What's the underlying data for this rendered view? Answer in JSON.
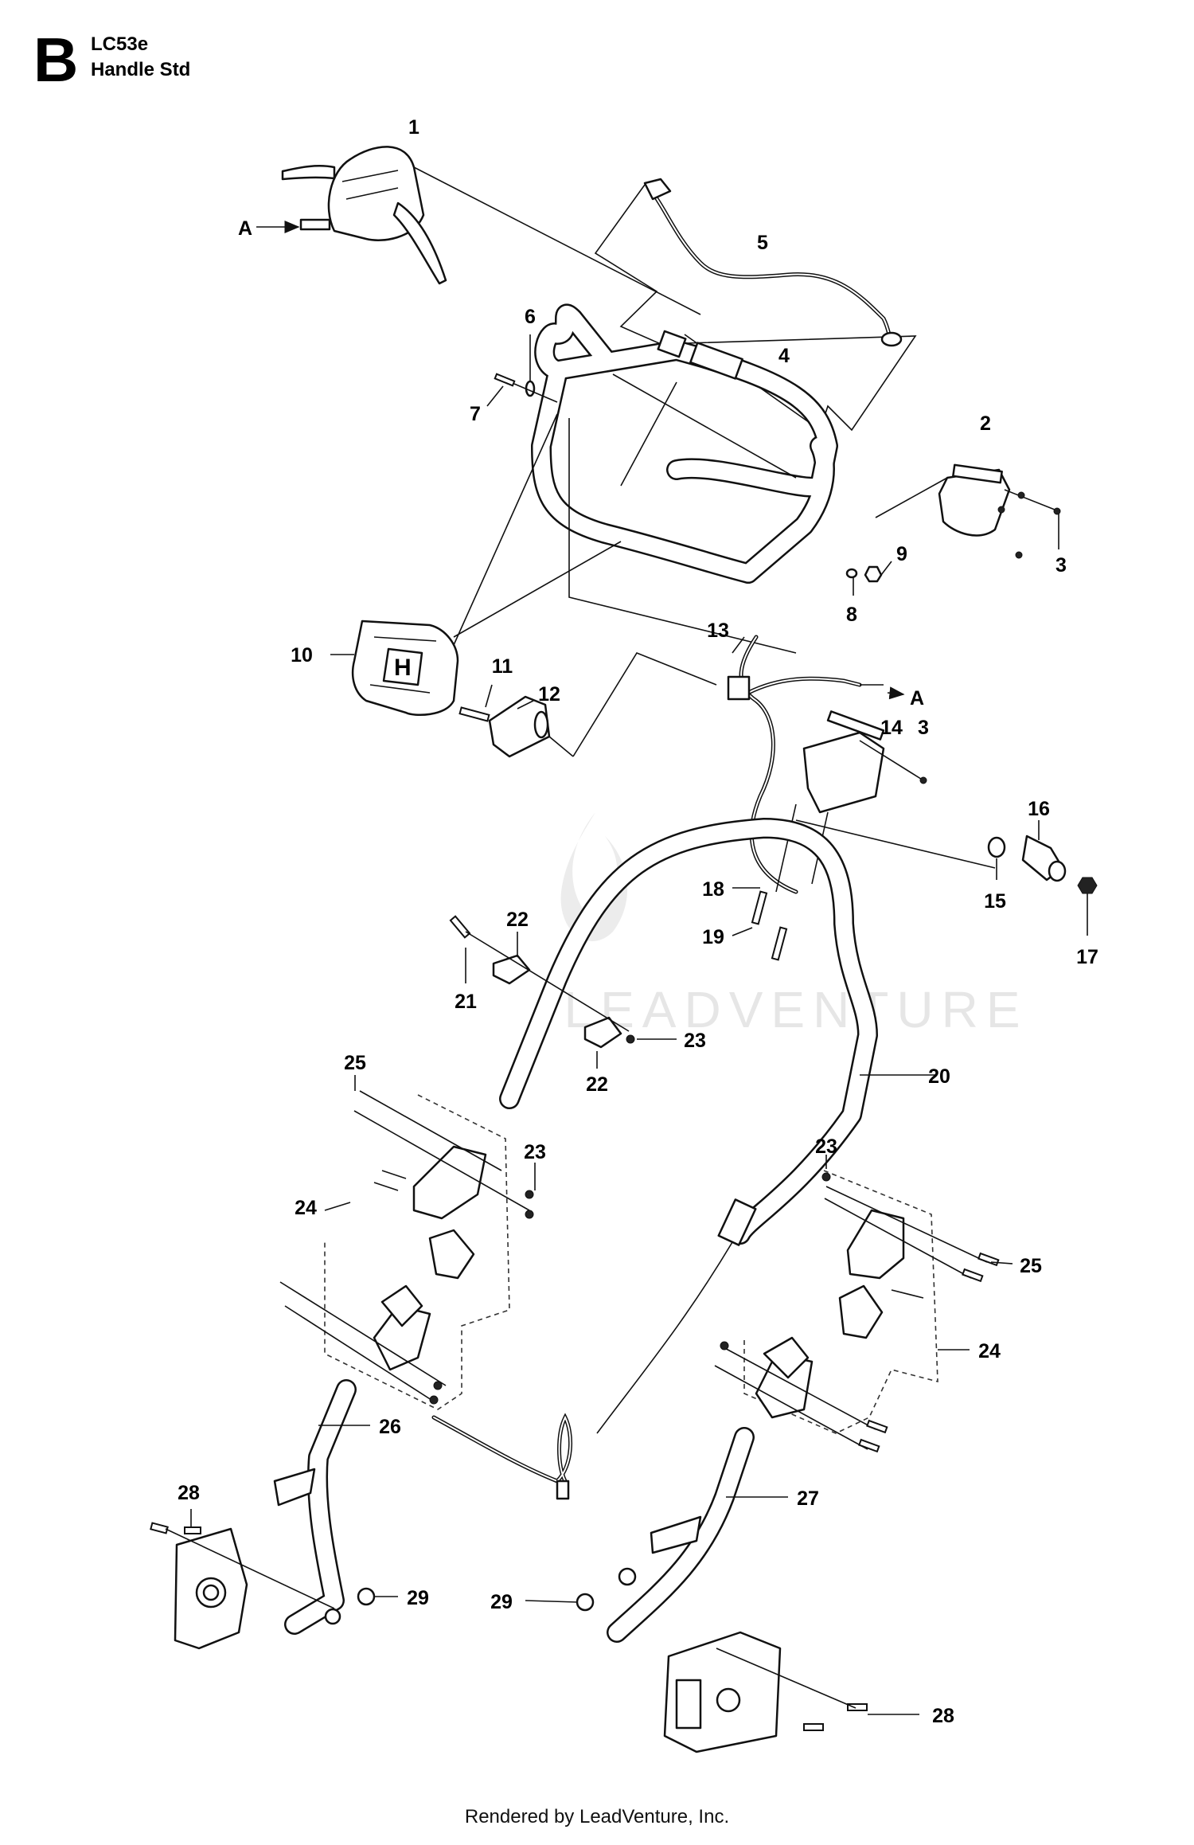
{
  "header": {
    "section_letter": "B",
    "model": "LC53e",
    "section_title": "Handle Std"
  },
  "watermark": "LEADVENTURE",
  "footer": "Rendered by LeadVenture, Inc.",
  "arrow_label": "A",
  "callouts": [
    "1",
    "2",
    "3",
    "3",
    "4",
    "5",
    "6",
    "7",
    "8",
    "9",
    "10",
    "11",
    "12",
    "13",
    "14",
    "15",
    "16",
    "17",
    "18",
    "19",
    "20",
    "21",
    "22",
    "22",
    "23",
    "23",
    "23",
    "24",
    "24",
    "25",
    "25",
    "26",
    "27",
    "28",
    "28",
    "29",
    "29"
  ]
}
